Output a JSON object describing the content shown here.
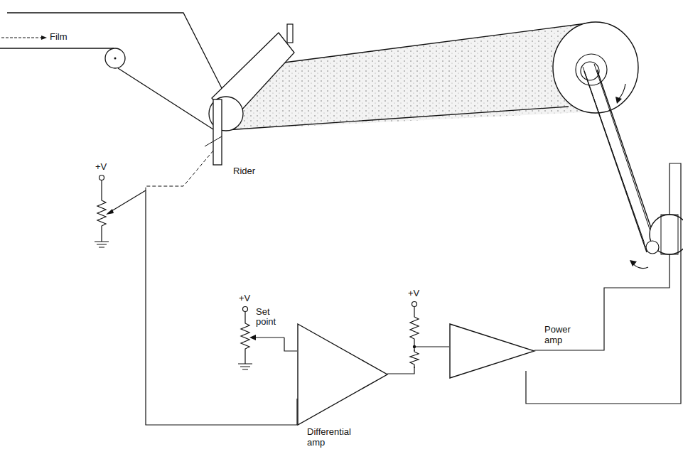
{
  "diagram": {
    "nodes": [
      {
        "text": [
          "Differential amp"
        ]
      },
      {
        "text": [
          "Power amp"
        ]
      }
    ],
    "edges": [
      {
        "from": 0,
        "to": 1,
        "arrow": "none"
      }
    ],
    "labels": [
      "Film",
      "Rider",
      "+V",
      "+V",
      "Set point",
      "+",
      "−",
      "+V"
    ]
  }
}
